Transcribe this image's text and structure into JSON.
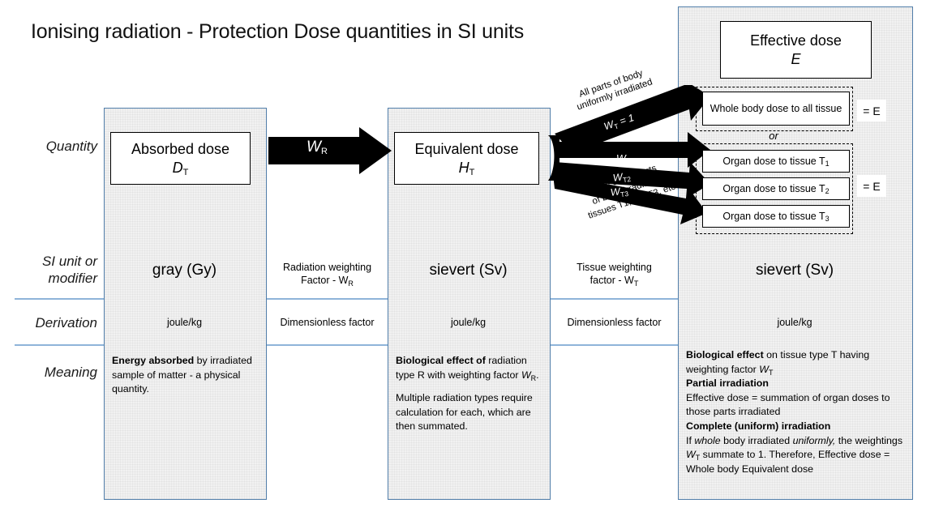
{
  "title": "Ionising radiation - Protection Dose quantities in SI units",
  "row_labels": {
    "quantity": "Quantity",
    "si_unit": "SI unit or\nmodifier",
    "si_unit_line1": "SI unit or",
    "si_unit_line2": "modifier",
    "derivation": "Derivation",
    "meaning": "Meaning"
  },
  "quantities": {
    "absorbed": {
      "name": "Absorbed dose",
      "symbol": "D",
      "subscript": "T"
    },
    "equivalent": {
      "name": "Equivalent dose",
      "symbol": "H",
      "subscript": "T"
    },
    "effective": {
      "name": "Effective dose",
      "symbol": "E",
      "subscript": ""
    }
  },
  "arrows": {
    "wr": {
      "symbol": "W",
      "subscript": "R"
    },
    "fan": {
      "caption_top_line1": "All parts of body",
      "caption_top_line2": "uniformly irradiated",
      "caption_bottom_line1": "Only some parts",
      "caption_bottom_line2": "of body irradiated:",
      "caption_bottom_line3": "tissues T1, T2, T3, etc",
      "w_t_eq_1": "W",
      "w_t_eq_1_sub": "T",
      "w_t_eq_1_suffix": " = 1",
      "w_t1": "W",
      "w_t1_sub": "T1",
      "w_t2": "W",
      "w_t2_sub": "T2",
      "w_t3": "W",
      "w_t3_sub": "T3"
    }
  },
  "effective_branches": {
    "whole_body": "Whole body dose to all tissue",
    "or": "or",
    "organ_1": "Organ dose to tissue T",
    "organ_1_sub": "1",
    "organ_2": "Organ dose to tissue T",
    "organ_2_sub": "2",
    "organ_3": "Organ dose to tissue T",
    "organ_3_sub": "3",
    "equals_e_top": "= E",
    "equals_e_bottom": "= E"
  },
  "si_units": {
    "absorbed": "gray (Gy)",
    "rad_weighting_line1": "Radiation weighting",
    "rad_weighting_line2": "Factor - W",
    "rad_weighting_sub": "R",
    "equivalent": "sievert (Sv)",
    "tissue_weighting_line1": "Tissue weighting",
    "tissue_weighting_line2": "factor - W",
    "tissue_weighting_sub": "T",
    "effective": "sievert (Sv)"
  },
  "derivation": {
    "absorbed": "joule/kg",
    "rad_factor": "Dimensionless factor",
    "equivalent": "joule/kg",
    "tissue_factor": "Dimensionless factor",
    "effective": "joule/kg"
  },
  "meaning": {
    "absorbed_bold": "Energy absorbed",
    "absorbed_rest": " by irradiated sample of matter - a physical quantity.",
    "equivalent_bold": "Biological effect of",
    "equivalent_rest1": " radiation type R with weighting factor ",
    "equivalent_wsym": "W",
    "equivalent_wsub": "R",
    "equivalent_rest1_end": ".",
    "equivalent_para2": "Multiple radiation types require calculation for each, which are then summated.",
    "effective_bold1": "Biological effect",
    "effective_rest1": " on tissue type T having weighting factor ",
    "effective_w1": "W",
    "effective_w1_sub": "T",
    "effective_bold2": "Partial irradiation",
    "effective_rest2": "Effective dose = summation of organ doses to those parts irradiated",
    "effective_bold3": "Complete (uniform) irradiation",
    "effective_rest3_a": "If ",
    "effective_italic1": "whole",
    "effective_rest3_b": " body irradiated ",
    "effective_italic2": "uniformly,",
    "effective_rest3_c": " the weightings ",
    "effective_w2": "W",
    "effective_w2_sub": "T",
    "effective_rest3_d": " summate to 1. Therefore, Effective dose = Whole body Equivalent dose"
  },
  "colors": {
    "panel_border": "#4f7ca8",
    "panel_fill": "#eeeeee",
    "divider": "#8fb4d9",
    "arrow": "#000000"
  }
}
